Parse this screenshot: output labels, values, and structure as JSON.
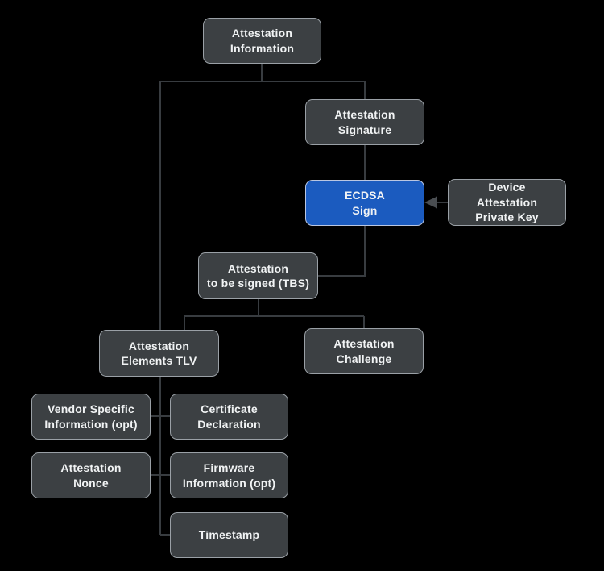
{
  "diagram": {
    "nodes": {
      "attestation_information": {
        "label": "Attestation\nInformation"
      },
      "attestation_signature": {
        "label": "Attestation\nSignature"
      },
      "ecdsa_sign": {
        "label": "ECDSA\nSign",
        "highlighted": true
      },
      "device_attestation_key": {
        "label": "Device\nAttestation\nPrivate Key"
      },
      "attestation_tbs": {
        "label": "Attestation\nto be signed (TBS)"
      },
      "attestation_elements_tlv": {
        "label": "Attestation\nElements TLV"
      },
      "attestation_challenge": {
        "label": "Attestation\nChallenge"
      },
      "vendor_specific_info": {
        "label": "Vendor Specific\nInformation (opt)"
      },
      "certificate_declaration": {
        "label": "Certificate\nDeclaration"
      },
      "attestation_nonce": {
        "label": "Attestation\nNonce"
      },
      "firmware_information": {
        "label": "Firmware\nInformation (opt)"
      },
      "timestamp": {
        "label": "Timestamp"
      }
    },
    "edges": [
      "attestation_information -> attestation_signature",
      "attestation_information -> attestation_elements_tlv (left rail)",
      "attestation_signature -> ecdsa_sign",
      "device_attestation_key -> ecdsa_sign (arrow)",
      "ecdsa_sign -> attestation_tbs",
      "attestation_tbs -> attestation_elements_tlv",
      "attestation_tbs -> attestation_challenge",
      "left rail -> vendor_specific_info",
      "left rail -> certificate_declaration",
      "left rail -> attestation_nonce",
      "left rail -> firmware_information",
      "left rail -> timestamp"
    ],
    "colors": {
      "background": "#000000",
      "node_fill": "#3c4043",
      "node_border": "#9aa0a6",
      "text": "#f1f3f4",
      "connector": "#383c40",
      "arrowhead": "#4a4e52",
      "highlight_fill": "#1b5bbf",
      "highlight_border": "#b9c6e2"
    }
  }
}
